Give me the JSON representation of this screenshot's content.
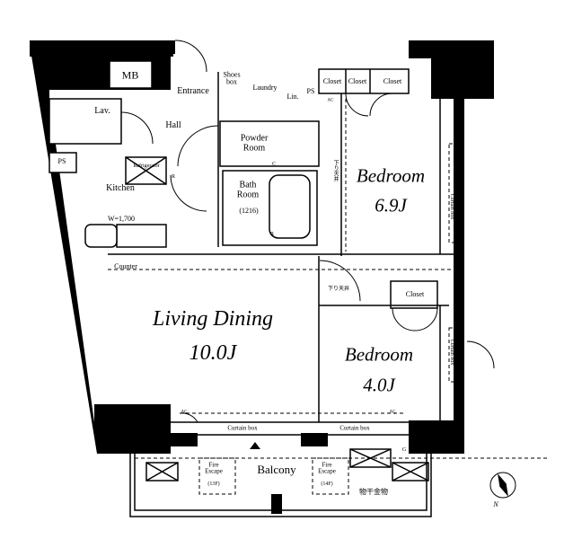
{
  "rooms": {
    "mb": "MB",
    "entrance": "Entrance",
    "shoes_box": "Shoes box",
    "laundry": "Laundry",
    "linen": "Lin.",
    "ps_top": "PS",
    "closet_1": "Closet",
    "closet_2": "Closet",
    "closet_3": "Closet",
    "closet_4": "Closet",
    "lav": "Lav.",
    "hall": "Hall",
    "powder_room": "Powder Room",
    "ps_left": "PS",
    "kitchen": "Kitchen",
    "refrigerator": "Refrigerator",
    "kitchen_width": "W=1,700",
    "counter": "Counter",
    "bath_room": "Bath Room",
    "bath_size": "(1216)",
    "bedroom1_name": "Bedroom",
    "bedroom1_size": "6.9J",
    "living_name": "Living Dining",
    "living_size": "10.0J",
    "bedroom2_name": "Bedroom",
    "bedroom2_size": "4.0J",
    "balcony": "Balcony"
  },
  "annotations": {
    "lowered_ceiling_1": "下り天井",
    "lowered_ceiling_2": "下り天井",
    "curtain_box_1": "Curtain box",
    "curtain_box_2": "Curtain box",
    "curtain_box_3": "Curtain box",
    "curtain_box_4": "Curtain box",
    "fire_escape_1": "Fire Escape",
    "fire_escape_1_floor": "(13F)",
    "fire_escape_2": "Fire Escape",
    "fire_escape_2_floor": "(14F)",
    "laundry_hanger": "物干金物",
    "ac_1": "AC",
    "ac_2": "AC",
    "ac_3": "AC",
    "c_mark": "C",
    "r_mark_1": "R",
    "r_mark_2": "R",
    "g_mark": "G",
    "north": "N"
  }
}
